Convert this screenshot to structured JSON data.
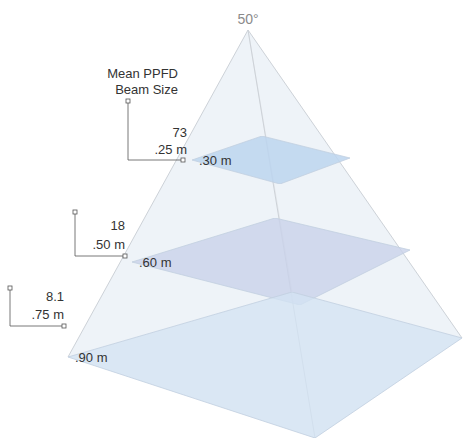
{
  "diagram": {
    "nodes": [
      {
        "text": [
          ".30 m"
        ]
      },
      {
        "text": [
          ".60 m"
        ]
      },
      {
        "text": [
          ".90 m"
        ]
      }
    ],
    "labels": [
      "50°",
      "Mean PPFD",
      "Beam Size",
      "73",
      ".25 m",
      "18",
      ".50 m",
      "8.1",
      ".75 m"
    ]
  }
}
